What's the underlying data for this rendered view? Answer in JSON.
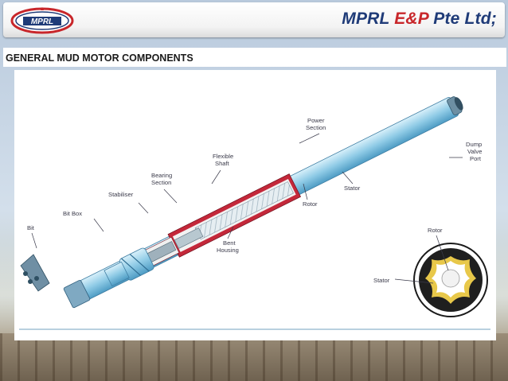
{
  "header": {
    "logo_text": "MPRL",
    "company_prefix": "MPRL ",
    "company_highlight": "E&P",
    "company_suffix": " Pte Ltd;"
  },
  "slide": {
    "title": "GENERAL MUD MOTOR COMPONENTS"
  },
  "diagram": {
    "labels": {
      "power_1": "Power",
      "power_2": "Section",
      "dump_1": "Dump",
      "dump_2": "Valve",
      "dump_3": "Port",
      "flex_1": "Flexible",
      "flex_2": "Shaft",
      "bearing_1": "Bearing",
      "bearing_2": "Section",
      "stabiliser": "Stabiliser",
      "bit_box": "Bit Box",
      "bit": "Bit",
      "stator": "Stator",
      "rotor": "Rotor",
      "bent_1": "Bent",
      "bent_2": "Housing",
      "cs_rotor": "Rotor",
      "cs_stator": "Stator"
    }
  },
  "colors": {
    "brand_blue": "#1f3b78",
    "brand_red": "#c8262a",
    "tool_blue": "#9fd3ea",
    "tool_red": "#c4283a"
  }
}
